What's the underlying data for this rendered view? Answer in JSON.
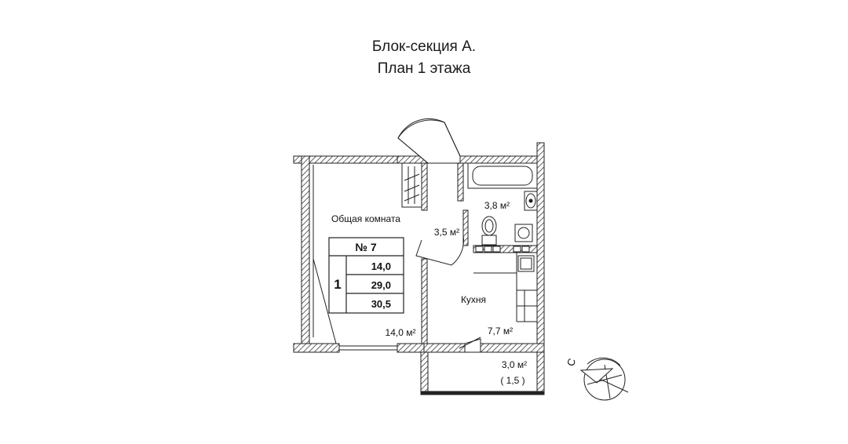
{
  "header": {
    "title": "Блок-секция А.",
    "subtitle": "План 1 этажа"
  },
  "rooms": {
    "living_label": "Общая комната",
    "living_area": "14,0 м²",
    "hall_area": "3,5 м²",
    "bath_area": "3,8 м²",
    "kitchen_label": "Кухня",
    "kitchen_area": "7,7 м²",
    "balcony_area": "3,0 м²",
    "balcony_reduced": "( 1,5 )"
  },
  "apartment_table": {
    "number": "№ 7",
    "rooms_count": "1",
    "living_area": "14,0",
    "total_area": "29,0",
    "total_with_balcony": "30,5"
  },
  "compass": {
    "north_label": "С",
    "icon": "north-arrow-icon"
  },
  "colors": {
    "wall": "#2b2b2b",
    "hatch": "#555555",
    "line": "#222222"
  }
}
